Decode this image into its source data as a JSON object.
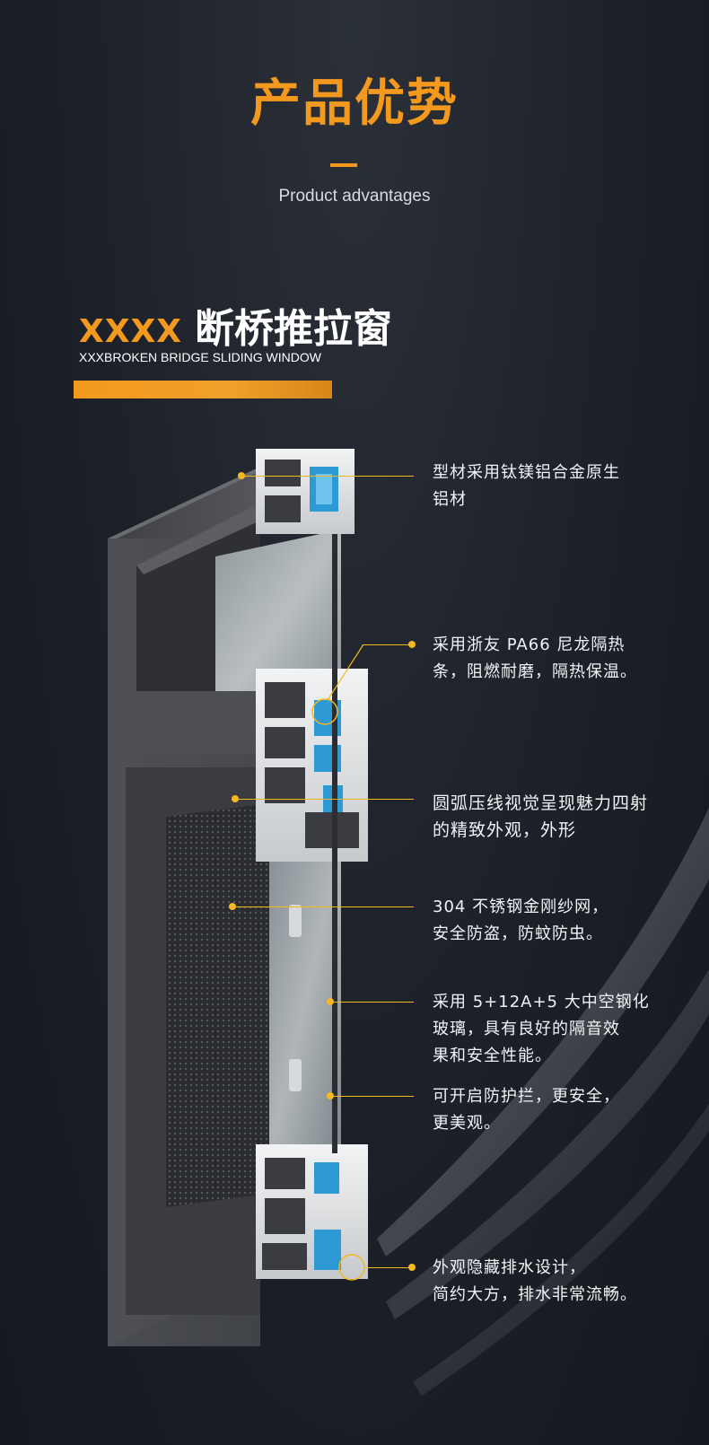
{
  "header": {
    "title_cn": "产品优势",
    "title_en": "Product advantages"
  },
  "product": {
    "code": "XXXX",
    "name_cn": "断桥推拉窗",
    "name_en": "XXXBROKEN BRIDGE SLIDING WINDOW"
  },
  "features": [
    {
      "line1": "型材采用钛镁铝合金原生",
      "line2": "铝材",
      "line3": ""
    },
    {
      "line1": "采用浙友 PA66 尼龙隔热",
      "line2": "条，阻燃耐磨，隔热保温。",
      "line3": ""
    },
    {
      "line1": "圆弧压线视觉呈现魅力四射",
      "line2": "的精致外观，外形",
      "line3": ""
    },
    {
      "line1": "304 不锈钢金刚纱网，",
      "line2": "安全防盗，防蚊防虫。",
      "line3": ""
    },
    {
      "line1": "采用 5+12A+5 大中空钢化",
      "line2": "玻璃，具有良好的隔音效",
      "line3": "果和安全性能。"
    },
    {
      "line1": "可开启防护拦，更安全，",
      "line2": "更美观。",
      "line3": ""
    },
    {
      "line1": "外观隐藏排水设计，",
      "line2": "简约大方，排水非常流畅。",
      "line3": ""
    }
  ],
  "colors": {
    "accent": "#f39a1e",
    "callout": "#f5b820",
    "profile": "#4a4c51",
    "insulation": "#3aa7e0"
  }
}
